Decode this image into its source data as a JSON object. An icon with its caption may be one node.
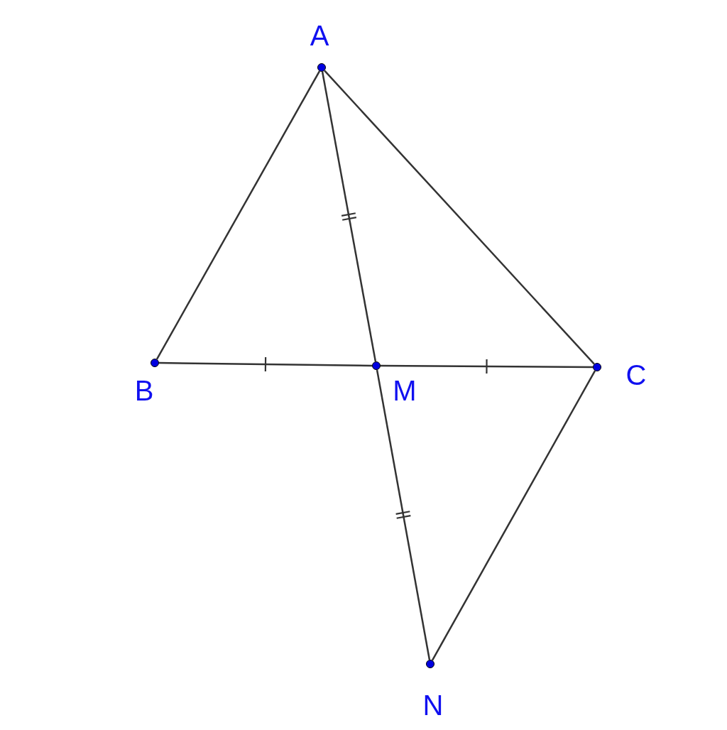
{
  "diagram": {
    "nodes": [
      {
        "text": [],
        "shape": "circle",
        "beside": [
          "A"
        ]
      },
      {
        "text": [],
        "shape": "circle",
        "beside": [
          "B"
        ]
      },
      {
        "text": [],
        "shape": "circle",
        "beside": [
          "M"
        ]
      },
      {
        "text": [],
        "shape": "circle",
        "beside": [
          "C"
        ]
      },
      {
        "text": [],
        "shape": "circle",
        "beside": [
          "N"
        ]
      }
    ],
    "edges": [
      {
        "from": 0,
        "to": 1,
        "arrow": "none"
      },
      {
        "from": 0,
        "to": 2,
        "arrow": "none"
      },
      {
        "from": 0,
        "to": 3,
        "arrow": "none"
      },
      {
        "from": 1,
        "to": 2,
        "arrow": "none"
      },
      {
        "from": 2,
        "to": 3,
        "arrow": "none"
      },
      {
        "from": 2,
        "to": 4,
        "arrow": "none"
      },
      {
        "from": 3,
        "to": 4,
        "arrow": "none"
      }
    ]
  }
}
